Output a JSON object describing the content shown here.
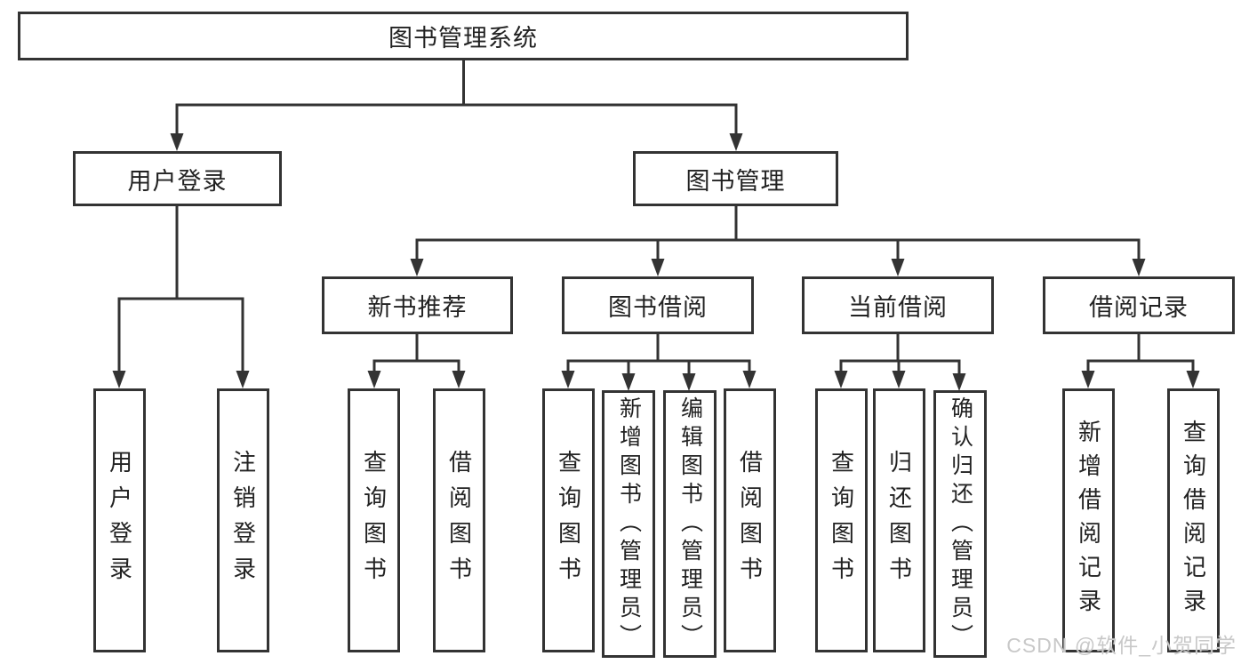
{
  "colors": {
    "line": "#333333",
    "text": "#222222",
    "background": "#ffffff"
  },
  "nodes": {
    "root": "图书管理系统",
    "level2": {
      "user_login": "用户登录",
      "book_mgmt": "图书管理"
    },
    "level3": {
      "new_books": "新书推荐",
      "borrowing": "图书借阅",
      "current": "当前借阅",
      "records": "借阅记录"
    },
    "leaves": {
      "user_login": [
        "用户登录",
        "注销登录"
      ],
      "new_books": [
        "查询图书",
        "借阅图书"
      ],
      "borrowing": [
        "查询图书",
        "新增图书（管理员）",
        "编辑图书（管理员）",
        "借阅图书"
      ],
      "current": [
        "查询图书",
        "归还图书",
        "确认归还（管理员）"
      ],
      "records": [
        "新增借阅记录",
        "查询借阅记录"
      ]
    }
  },
  "watermark": {
    "text": "CSDN @软件_小贺同学",
    "color": "#c8c8c8"
  }
}
